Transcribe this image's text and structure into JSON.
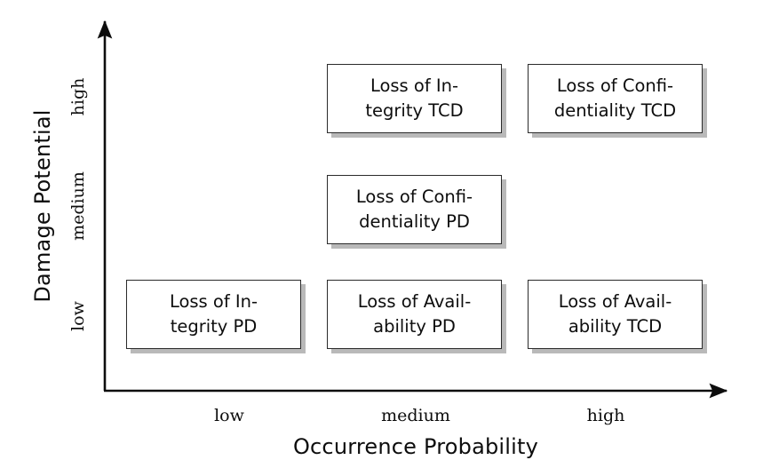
{
  "diagram": {
    "type": "risk-matrix",
    "x_axis": {
      "title": "Occurrence Probability",
      "ticks": [
        "low",
        "medium",
        "high"
      ]
    },
    "y_axis": {
      "title": "Damage Potential",
      "ticks": [
        "low",
        "medium",
        "high"
      ]
    },
    "colors": {
      "box_border": "#2b2b2b",
      "box_fill": "#ffffff",
      "box_shadow": "#b9b9b9",
      "axis": "#0d0d0d",
      "text": "#0d0d0d"
    },
    "cells": [
      {
        "id": "loss-of-integrity-tcd",
        "x": "medium",
        "y": "high",
        "text": "Loss of In-tegrity TCD",
        "line1": "Loss of In-",
        "line2": "tegrity TCD"
      },
      {
        "id": "loss-of-confidentiality-tcd",
        "x": "high",
        "y": "high",
        "text": "Loss of Confi-dentiality TCD",
        "line1": "Loss of Confi-",
        "line2": "dentiality TCD"
      },
      {
        "id": "loss-of-confidentiality-pd",
        "x": "medium",
        "y": "medium",
        "text": "Loss of Confi-dentiality PD",
        "line1": "Loss of Confi-",
        "line2": "dentiality PD"
      },
      {
        "id": "loss-of-integrity-pd",
        "x": "low",
        "y": "low",
        "text": "Loss of In-tegrity PD",
        "line1": "Loss of In-",
        "line2": "tegrity PD"
      },
      {
        "id": "loss-of-availability-pd",
        "x": "medium",
        "y": "low",
        "text": "Loss of Avail-ability PD",
        "line1": "Loss of Avail-",
        "line2": "ability PD"
      },
      {
        "id": "loss-of-availability-tcd",
        "x": "high",
        "y": "low",
        "text": "Loss of Avail-ability TCD",
        "line1": "Loss of Avail-",
        "line2": "ability TCD"
      }
    ]
  }
}
